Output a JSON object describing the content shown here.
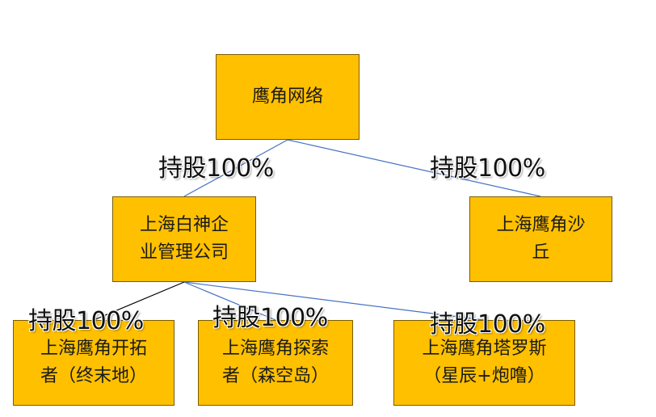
{
  "nodes": {
    "root": {
      "label": "鹰角网络"
    },
    "baishen": {
      "line1": "上海白神企",
      "line2": "业管理公司"
    },
    "shaqiu": {
      "line1": "上海鹰角沙",
      "line2": "丘"
    },
    "kaituo": {
      "line1": "上海鹰角开拓",
      "line2": "者（终末地）"
    },
    "tansuo": {
      "line1": "上海鹰角探索",
      "line2": "者（森空岛）"
    },
    "taluosi": {
      "line1": "上海鹰角塔罗斯",
      "line2": "（星辰+炮噜）"
    }
  },
  "edges": [
    {
      "from": "鹰角网络",
      "to": "上海白神企业管理公司",
      "label": "持股100%"
    },
    {
      "from": "鹰角网络",
      "to": "上海鹰角沙丘",
      "label": "持股100%"
    },
    {
      "from": "上海白神企业管理公司",
      "to": "上海鹰角开拓者（终末地）",
      "label": "持股100%"
    },
    {
      "from": "上海白神企业管理公司",
      "to": "上海鹰角探索者（森空岛）",
      "label": "持股100%"
    },
    {
      "from": "上海白神企业管理公司",
      "to": "上海鹰角塔罗斯（星辰+炮噜）",
      "label": "持股100%"
    }
  ],
  "colors": {
    "node_fill": "#FFC000",
    "node_border": "#7a5c00",
    "line_blue": "#4472C4",
    "line_black": "#000000"
  }
}
